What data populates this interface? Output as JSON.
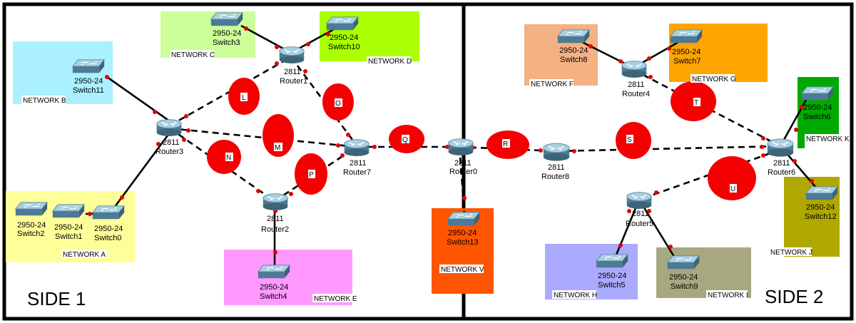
{
  "side_labels": {
    "side1": "SIDE 1",
    "side2": "SIDE 2"
  },
  "networks": {
    "a": {
      "label": "NETWORK A",
      "color": "#ffff99"
    },
    "b": {
      "label": "NETWORK B",
      "color": "#aaf0ff"
    },
    "c": {
      "label": "NETWORK C",
      "color": "#ccff99"
    },
    "d": {
      "label": "NETWORK D",
      "color": "#aaff00"
    },
    "e": {
      "label": "NETWORK E",
      "color": "#ff99ff"
    },
    "f": {
      "label": "NETWORK F",
      "color": "#f4b183"
    },
    "g": {
      "label": "NETWORK G",
      "color": "#ffa500"
    },
    "h": {
      "label": "NETWORK H",
      "color": "#aaaaff"
    },
    "i": {
      "label": "NETWORK I",
      "color": "#a8a880"
    },
    "j": {
      "label": "NETWORK J",
      "color": "#b0a800"
    },
    "k": {
      "label": "NETWORK K",
      "color": "#00aa00"
    },
    "v": {
      "label": "NETWORK V",
      "color": "#ff5500"
    }
  },
  "routers": {
    "r0": {
      "model": "2811",
      "name": "Router0"
    },
    "r1": {
      "model": "2811",
      "name": "Router1"
    },
    "r2": {
      "model": "2811",
      "name": "Router2"
    },
    "r3": {
      "model": "2811",
      "name": "Router3"
    },
    "r4": {
      "model": "2811",
      "name": "Router4"
    },
    "r5": {
      "model": "2811",
      "name": "Router5"
    },
    "r6": {
      "model": "2811",
      "name": "Router6"
    },
    "r7": {
      "model": "2811",
      "name": "Router7"
    },
    "r8": {
      "model": "2811",
      "name": "Router8"
    }
  },
  "switches": {
    "s0": {
      "model": "2950-24",
      "name": "Switch0"
    },
    "s1": {
      "model": "2950-24",
      "name": "Switch1"
    },
    "s2": {
      "model": "2950-24",
      "name": "Switch2"
    },
    "s3": {
      "model": "2950-24",
      "name": "Switch3"
    },
    "s4": {
      "model": "2950-24",
      "name": "Switch4"
    },
    "s5": {
      "model": "2950-24",
      "name": "Switch5"
    },
    "s6": {
      "model": "2950-24",
      "name": "Switch6"
    },
    "s7": {
      "model": "2950-24",
      "name": "Switch7"
    },
    "s8": {
      "model": "2950-24",
      "name": "Switch8"
    },
    "s9": {
      "model": "2950-24",
      "name": "Switch9"
    },
    "s10": {
      "model": "2950-24",
      "name": "Switch10"
    },
    "s11": {
      "model": "2950-24",
      "name": "Switch11"
    },
    "s12": {
      "model": "2950-24",
      "name": "Switch12"
    },
    "s13": {
      "model": "2950-24",
      "name": "Switch13"
    }
  },
  "segments": {
    "l": "L",
    "m": "M",
    "n": "N",
    "o": "O",
    "p": "P",
    "q": "Q",
    "r": "R",
    "s": "S",
    "t": "T",
    "u": "U"
  },
  "colors": {
    "segment_fill": "#f40000",
    "port_dot": "#e00000",
    "border": "#000000"
  },
  "icons": {
    "router": "router-icon",
    "switch": "switch-icon"
  }
}
